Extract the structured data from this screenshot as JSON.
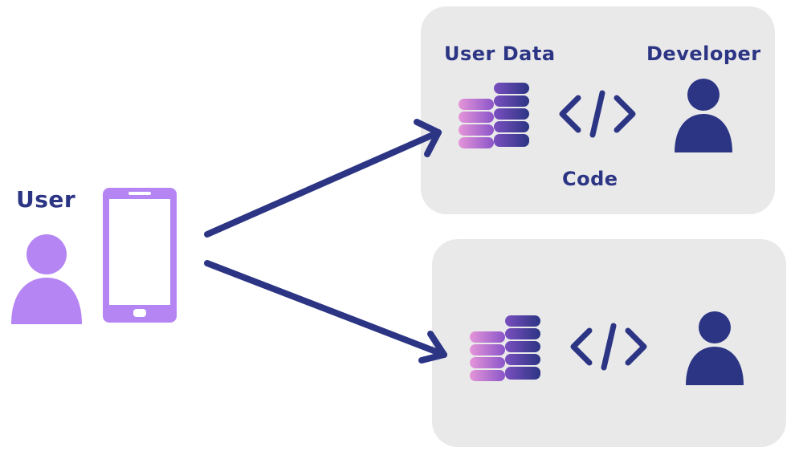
{
  "labels": {
    "user": "User",
    "user_data": "User Data",
    "developer": "Developer",
    "code": "Code"
  },
  "icons": [
    "user-icon",
    "smartphone-icon",
    "arrow-icon",
    "database-icon",
    "code-icon",
    "developer-icon"
  ],
  "colors": {
    "navy": "#2c3584",
    "violet": "#b586f3",
    "pink": "#e595d9",
    "panel": "#e9e9ea"
  }
}
